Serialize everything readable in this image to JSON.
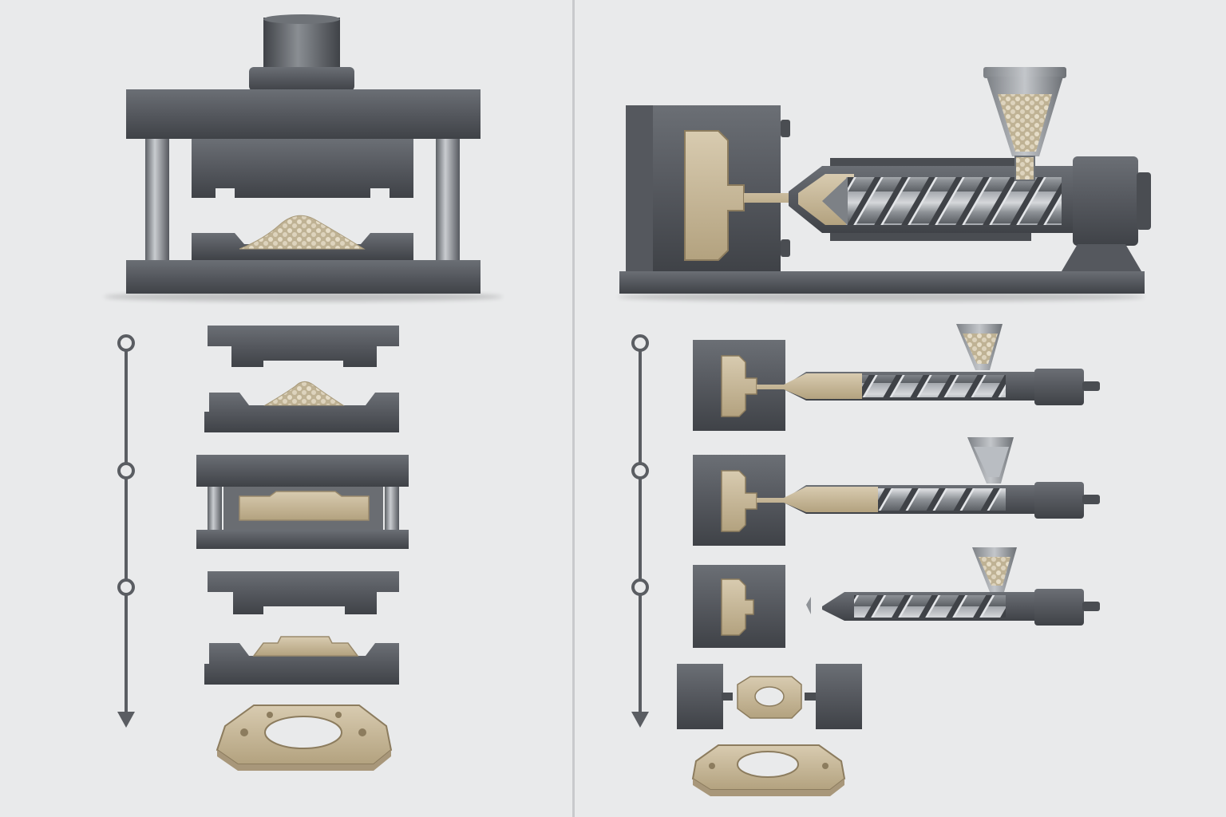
{
  "panels": [
    {
      "id": "compression-molding",
      "steps": 3
    },
    {
      "id": "injection-molding",
      "steps": 3
    }
  ],
  "colors": {
    "background": "#e9eaeb",
    "divider": "#c9cacc",
    "steel_dark": "#4a4d52",
    "steel_mid": "#5d6066",
    "steel_light": "#8f9398",
    "material": "#c7b89a",
    "material_edge": "#9a8a6c",
    "pellet": "#ddd3bd",
    "timeline": "#5a5d62"
  },
  "icons": [
    "hydraulic-press-icon",
    "injection-molding-machine-icon",
    "hopper-icon",
    "screw-icon",
    "mold-icon",
    "molded-part-icon",
    "timeline-arrow-icon"
  ]
}
